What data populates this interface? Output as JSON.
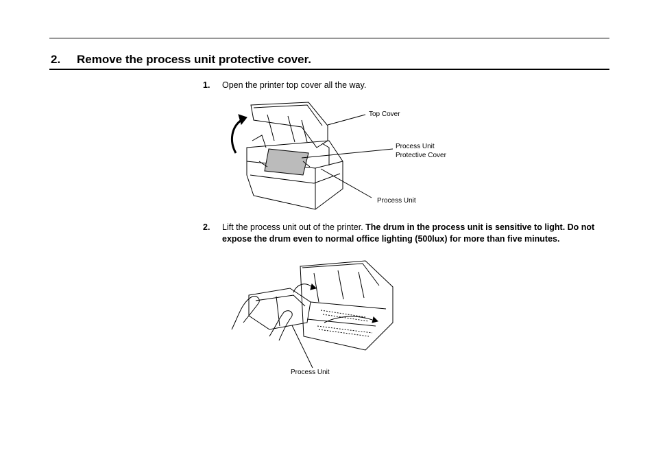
{
  "section": {
    "number": "2.",
    "title": "Remove the process unit protective cover."
  },
  "steps": [
    {
      "number": "1.",
      "text": "Open the printer top cover all the way."
    },
    {
      "number": "2.",
      "text": "Lift the process unit out of the printer. ",
      "bold": "The drum in the process unit is sensitive to light. Do not expose the drum even to normal office lighting (500lux) for more than five minutes."
    }
  ],
  "figure1": {
    "labels": {
      "top_cover": "Top Cover",
      "protective_cover_1": "Process Unit",
      "protective_cover_2": "Protective Cover",
      "process_unit": "Process Unit"
    }
  },
  "figure2": {
    "labels": {
      "process_unit": "Process Unit"
    }
  }
}
